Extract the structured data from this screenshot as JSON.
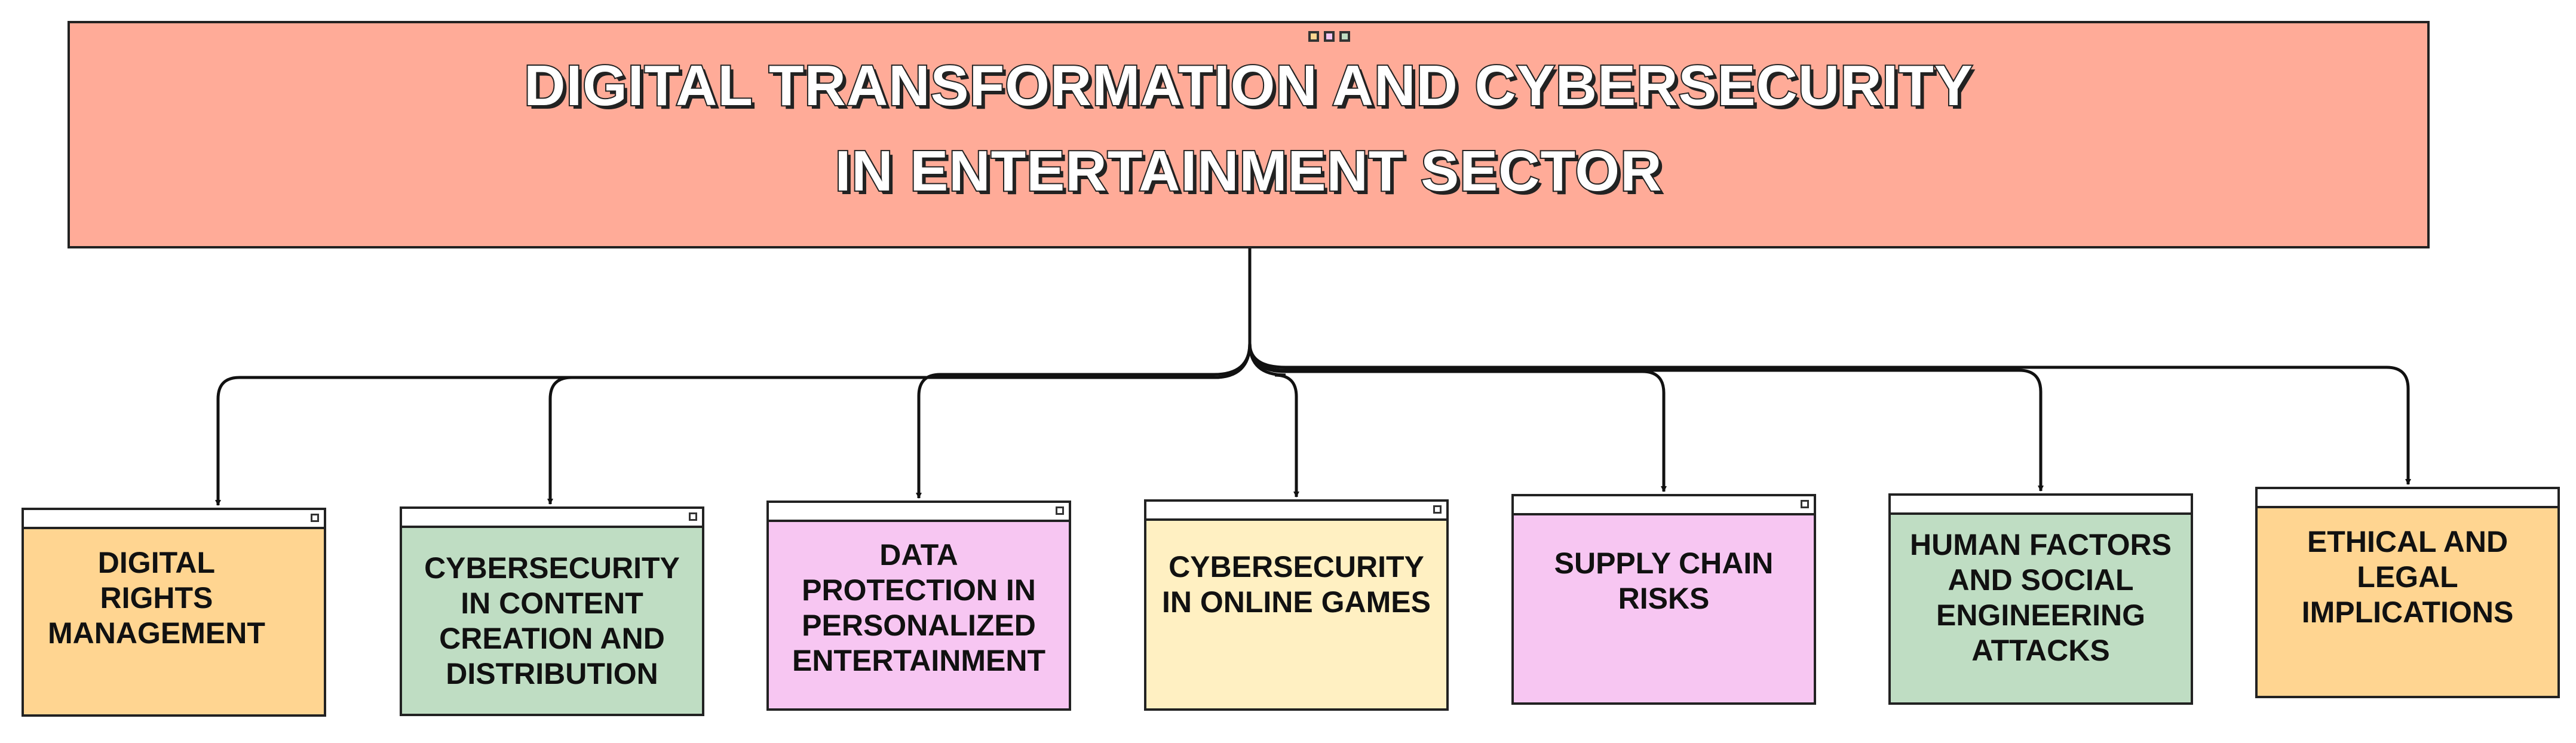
{
  "title": {
    "line1": "DIGITAL TRANSFORMATION AND CYBERSECURITY",
    "line2": "IN ENTERTAINMENT SECTOR",
    "fill_color": "#FFAB98"
  },
  "decoration_colors": [
    "#FFD591",
    "#F7C6F2",
    "#BFDDC3"
  ],
  "branches": [
    {
      "label": "DIGITAL\nRIGHTS\nMANAGEMENT",
      "color": "#FFD591"
    },
    {
      "label": "CYBERSECURITY\nIN CONTENT\nCREATION AND\nDISTRIBUTION",
      "color": "#BFDDC3"
    },
    {
      "label": "DATA\nPROTECTION IN\nPERSONALIZED\nENTERTAINMENT",
      "color": "#F7C6F2"
    },
    {
      "label": "CYBERSECURITY\nIN ONLINE GAMES",
      "color": "#FFF0C2"
    },
    {
      "label": "SUPPLY CHAIN\nRISKS",
      "color": "#F7C6F2"
    },
    {
      "label": "HUMAN FACTORS\nAND SOCIAL\nENGINEERING\nATTACKS",
      "color": "#BFDDC3"
    },
    {
      "label": "ETHICAL AND\nLEGAL\nIMPLICATIONS",
      "color": "#FFD591"
    }
  ]
}
